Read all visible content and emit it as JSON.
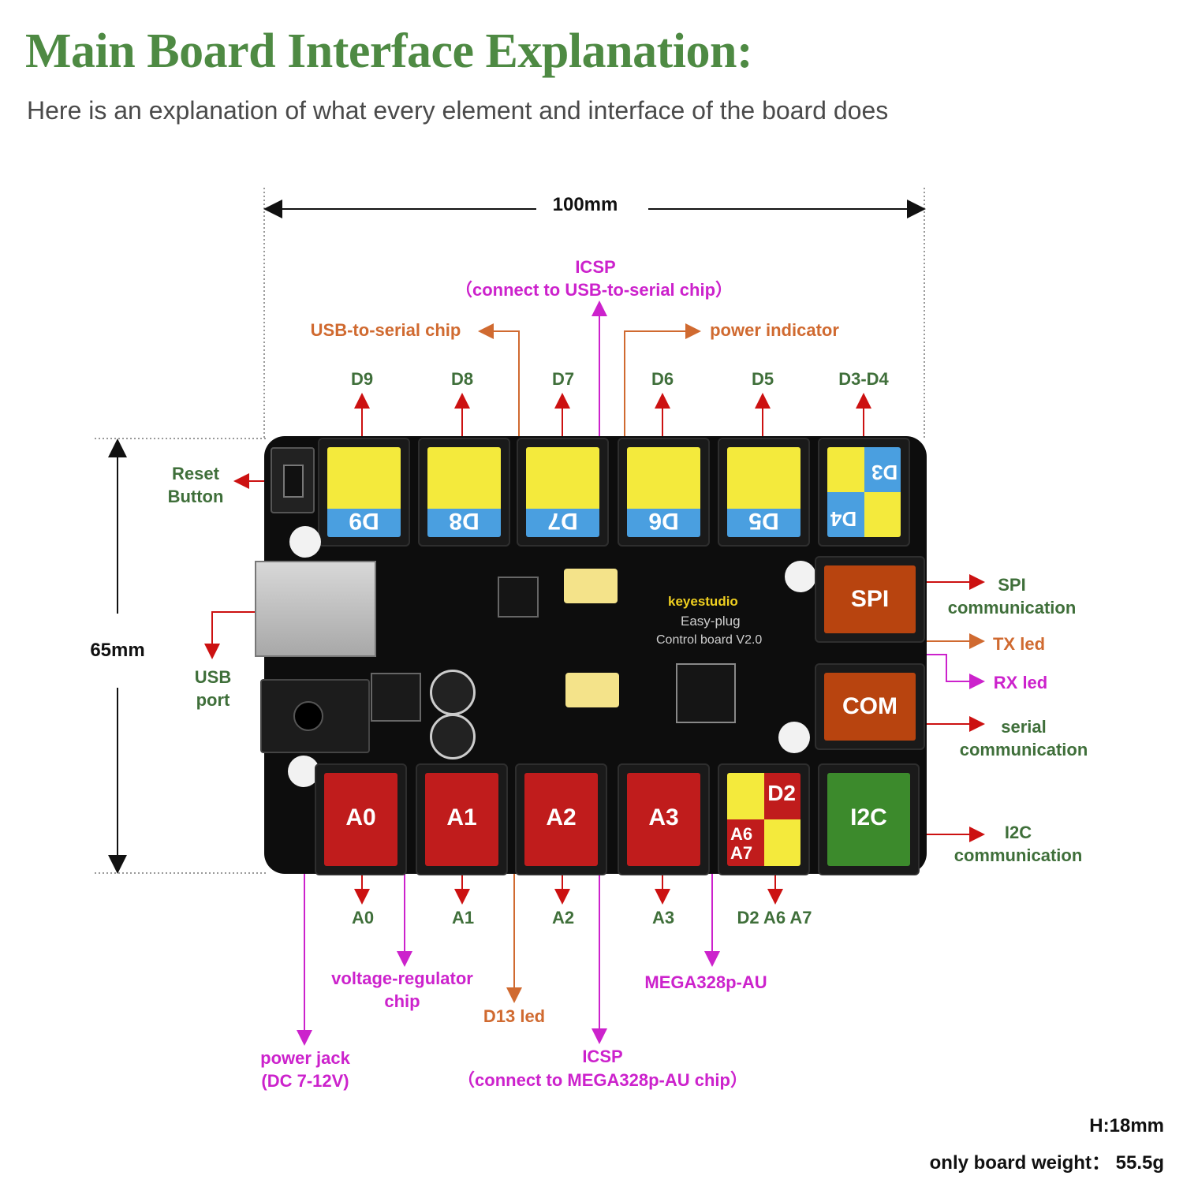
{
  "title": "Main Board Interface Explanation:",
  "subtitle": "Here is an explanation of what every element and interface of the board does",
  "dimensions": {
    "width": "100mm",
    "height": "65mm",
    "h": "H:18mm",
    "weight": "only board weight： 55.5g"
  },
  "top_ports": [
    "D9",
    "D8",
    "D7",
    "D6",
    "D5",
    "D3-D4"
  ],
  "bottom_ports": [
    "A0",
    "A1",
    "A2",
    "A3",
    "D2 A6 A7"
  ],
  "board_modules": {
    "d9": "D9",
    "d8": "D8",
    "d7": "D7",
    "d6": "D6",
    "d5": "D5",
    "d3": "D3",
    "d4": "D4",
    "a0": "A0",
    "a1": "A1",
    "a2": "A2",
    "a3": "A3",
    "d2": "D2",
    "a6a7": "A6\nA7",
    "spi": "SPI",
    "com": "COM",
    "i2c": "I2C"
  },
  "board_text": {
    "brand": "keyestudio",
    "line1": "Easy-plug",
    "line2": "Control board V2.0"
  },
  "callouts": {
    "icsp_top": "ICSP",
    "icsp_top_note": "（connect to USB-to-serial chip）",
    "usb_serial_chip": "USB-to-serial chip",
    "power_indicator": "power indicator",
    "reset_button": "Reset\nButton",
    "usb_port": "USB\nport",
    "spi_comm": "SPI\ncommunication",
    "tx_led": "TX led",
    "rx_led": "RX led",
    "serial_comm": "serial\ncommunication",
    "i2c_comm": "I2C\ncommunication",
    "voltage_regulator": "voltage-regulator\nchip",
    "d13_led": "D13 led",
    "mega_chip": "MEGA328p-AU",
    "power_jack": "power jack\n(DC 7-12V)",
    "icsp_bottom": "ICSP",
    "icsp_bottom_note": "（connect  to MEGA328p-AU chip）"
  },
  "colors": {
    "title": "#4e8a43",
    "green_label": "#3f6f3a",
    "magenta": "#cc22cc",
    "orange": "#d06a30",
    "red_arrow": "#cc1111",
    "yellow": "#f4ea3c",
    "blue": "#4a9fe0",
    "red_module": "#c01c1c",
    "brown_module": "#b8440f",
    "green_module": "#3c8a2c"
  }
}
